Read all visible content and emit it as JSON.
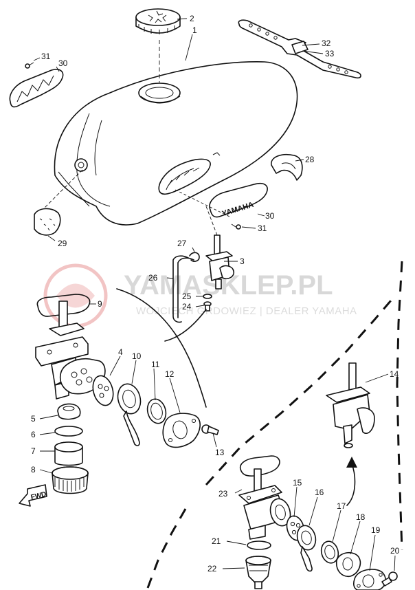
{
  "watermark": {
    "brand": "YAMASKLEP.PL",
    "dealer": "WOJCIECH GRDOWIEZ | DEALER YAMAHA"
  },
  "emblem_text": "YAMAHA",
  "fwd_label": "FWD",
  "parts": [
    {
      "id": "1",
      "label": "1"
    },
    {
      "id": "2",
      "label": "2"
    },
    {
      "id": "3",
      "label": "3"
    },
    {
      "id": "4",
      "label": "4"
    },
    {
      "id": "5",
      "label": "5"
    },
    {
      "id": "6",
      "label": "6"
    },
    {
      "id": "7",
      "label": "7"
    },
    {
      "id": "8",
      "label": "8"
    },
    {
      "id": "9",
      "label": "9"
    },
    {
      "id": "10",
      "label": "10"
    },
    {
      "id": "11",
      "label": "11"
    },
    {
      "id": "12",
      "label": "12"
    },
    {
      "id": "13",
      "label": "13"
    },
    {
      "id": "14",
      "label": "14"
    },
    {
      "id": "15",
      "label": "15"
    },
    {
      "id": "16",
      "label": "16"
    },
    {
      "id": "17",
      "label": "17"
    },
    {
      "id": "18",
      "label": "18"
    },
    {
      "id": "19",
      "label": "19"
    },
    {
      "id": "20",
      "label": "20"
    },
    {
      "id": "21",
      "label": "21"
    },
    {
      "id": "22",
      "label": "22"
    },
    {
      "id": "23",
      "label": "23"
    },
    {
      "id": "24",
      "label": "24"
    },
    {
      "id": "25",
      "label": "25"
    },
    {
      "id": "26",
      "label": "26"
    },
    {
      "id": "27",
      "label": "27"
    },
    {
      "id": "28",
      "label": "28"
    },
    {
      "id": "29",
      "label": "29"
    },
    {
      "id": "30a",
      "label": "30"
    },
    {
      "id": "30b",
      "label": "30"
    },
    {
      "id": "31a",
      "label": "31"
    },
    {
      "id": "31b",
      "label": "31"
    },
    {
      "id": "32",
      "label": "32"
    },
    {
      "id": "33",
      "label": "33"
    }
  ]
}
